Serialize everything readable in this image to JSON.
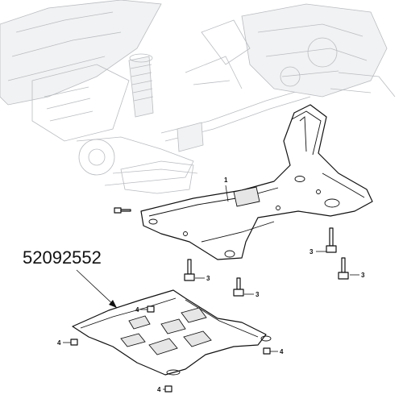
{
  "part_number": "52092552",
  "callouts": {
    "crossmember": "1",
    "bolt_3": "3",
    "bolt_4": "4"
  }
}
